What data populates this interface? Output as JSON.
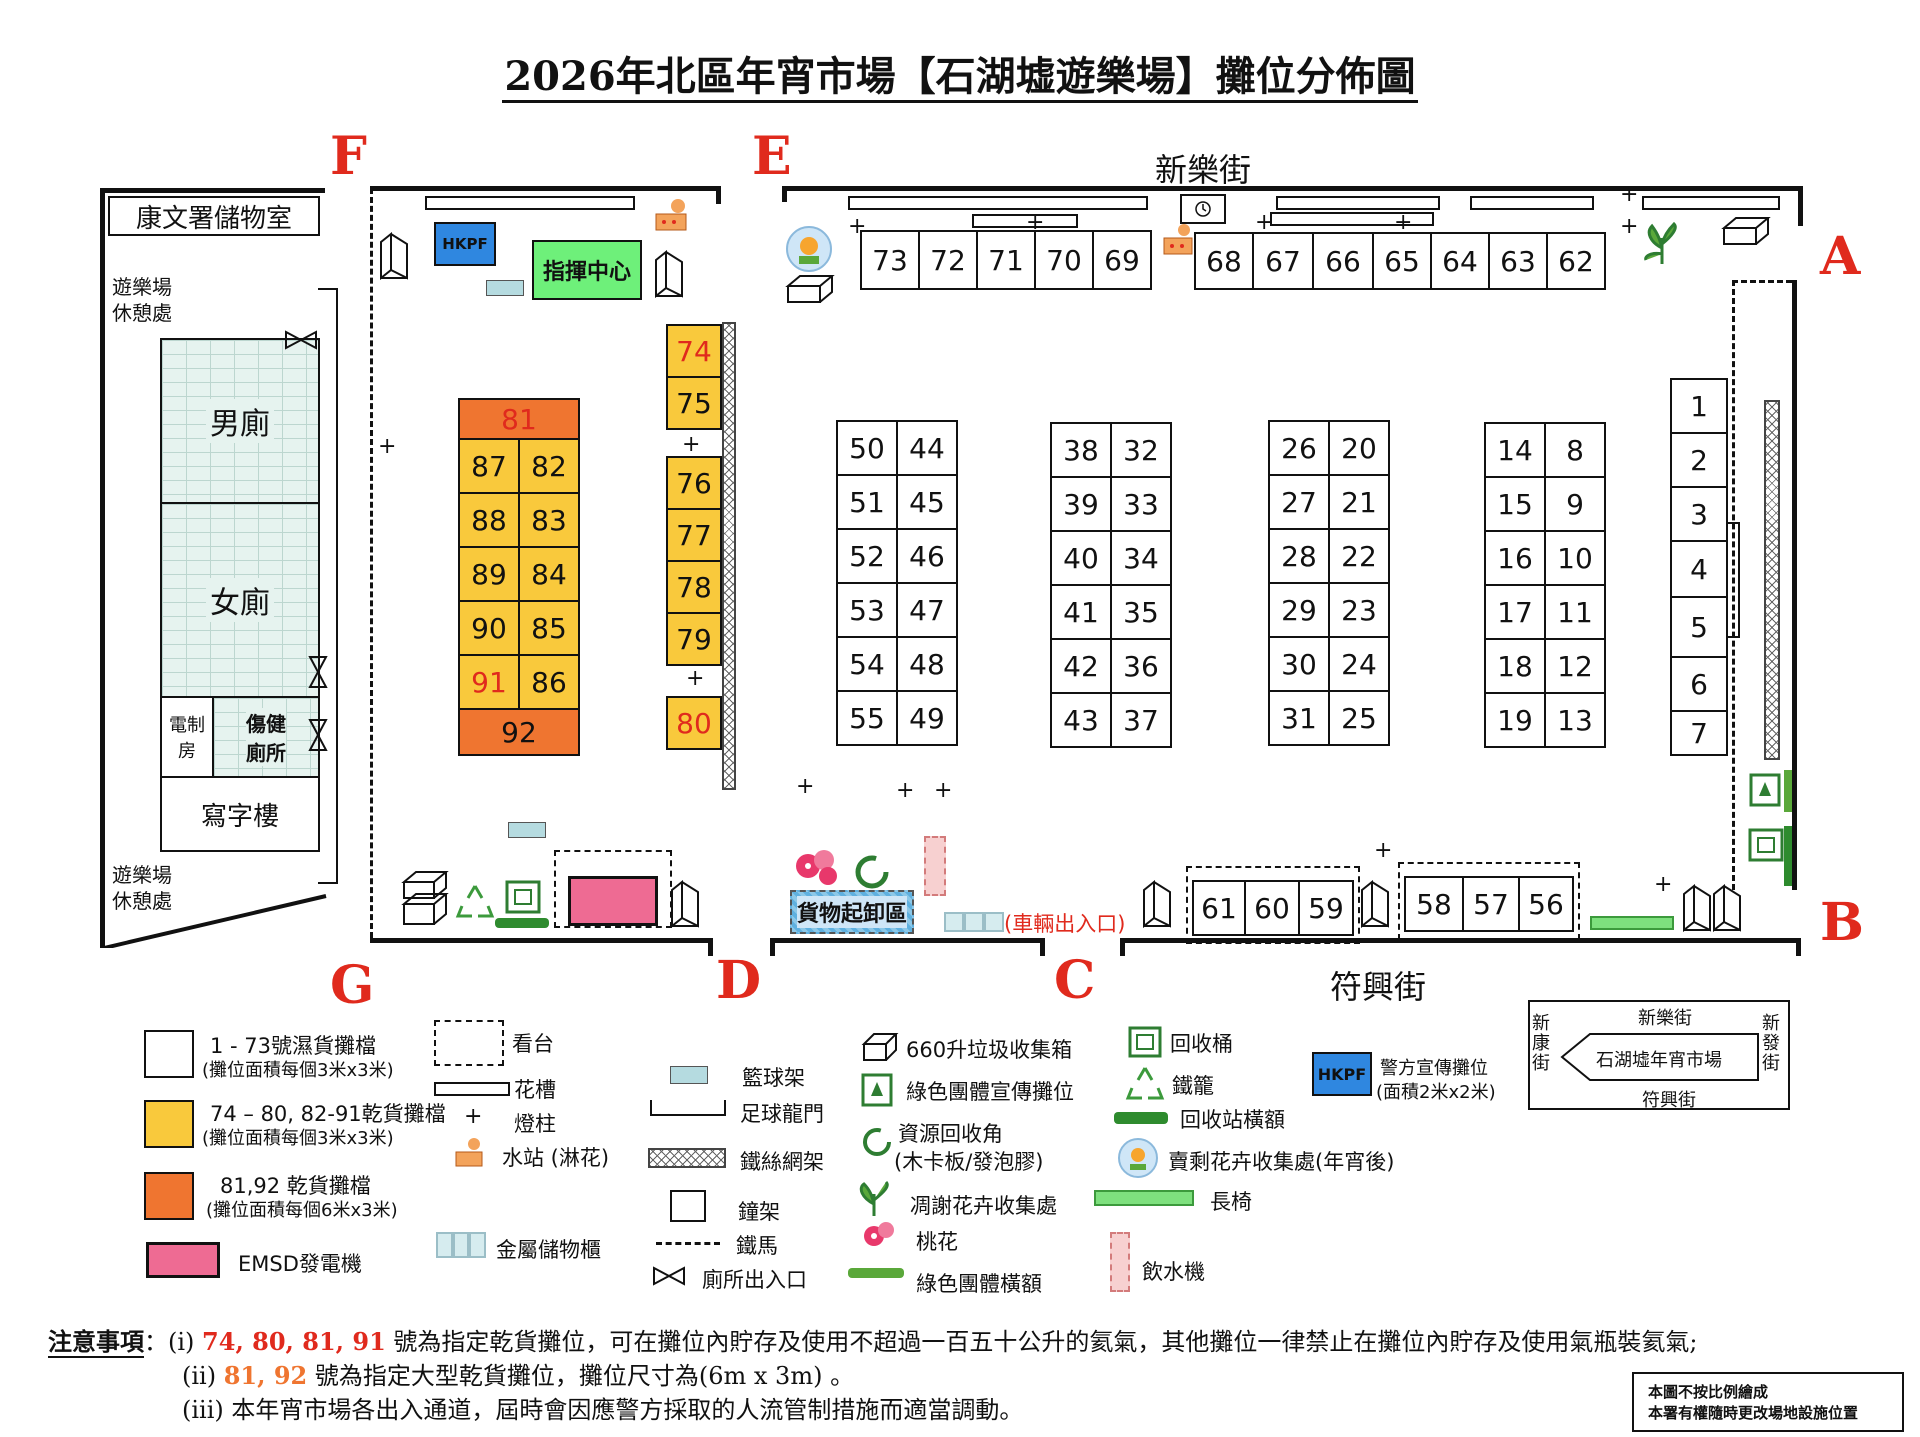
{
  "title": "2026年北區年宵市場【石湖墟遊樂場】攤位分佈圖",
  "gates": {
    "A": "A",
    "B": "B",
    "C": "C",
    "D": "D",
    "E": "E",
    "F": "F",
    "G": "G"
  },
  "streets": {
    "top": "新樂街",
    "bottom": "符興街"
  },
  "left_area": {
    "storage": "康文署儲物室",
    "rest_top": "遊樂場\n休憩處",
    "rest_bottom": "遊樂場\n休憩處",
    "male_toilet": "男廁",
    "female_toilet": "女廁",
    "elec_room": "電制\n房",
    "accessible_toilet": "傷健\n廁所",
    "office": "寫字樓"
  },
  "facilities": {
    "hkpf": "HKPF",
    "command": "指揮中心",
    "loading": "貨物起卸區",
    "vehicle_entrance": "(車輛出入口)"
  },
  "stalls": {
    "row73_69": [
      "73",
      "72",
      "71",
      "70",
      "69"
    ],
    "row68_62": [
      "68",
      "67",
      "66",
      "65",
      "64",
      "63",
      "62"
    ],
    "col_74_80": [
      "74",
      "75",
      "76",
      "77",
      "78",
      "79",
      "80"
    ],
    "block81": {
      "top": "81",
      "left": [
        "87",
        "88",
        "89",
        "90",
        "91"
      ],
      "right": [
        "82",
        "83",
        "84",
        "85",
        "86"
      ],
      "bottom": "92"
    },
    "pair50_44": {
      "left": [
        "50",
        "51",
        "52",
        "53",
        "54",
        "55"
      ],
      "right": [
        "44",
        "45",
        "46",
        "47",
        "48",
        "49"
      ]
    },
    "pair38_32": {
      "left": [
        "38",
        "39",
        "40",
        "41",
        "42",
        "43"
      ],
      "right": [
        "32",
        "33",
        "34",
        "35",
        "36",
        "37"
      ]
    },
    "pair26_20": {
      "left": [
        "26",
        "27",
        "28",
        "29",
        "30",
        "31"
      ],
      "right": [
        "20",
        "21",
        "22",
        "23",
        "24",
        "25"
      ]
    },
    "pair14_8": {
      "left": [
        "14",
        "15",
        "16",
        "17",
        "18",
        "19"
      ],
      "right": [
        "8",
        "9",
        "10",
        "11",
        "12",
        "13"
      ]
    },
    "col1_7": [
      "1",
      "2",
      "3",
      "4",
      "5",
      "6",
      "7"
    ],
    "row61_59": [
      "61",
      "60",
      "59"
    ],
    "row58_56": [
      "58",
      "57",
      "56"
    ]
  },
  "legend": {
    "wet": "1 - 73號濕貨攤檔",
    "wet_area": "(攤位面積每個3米x3米)",
    "dry": "74 – 80, 82-91乾貨攤檔",
    "dry_area": "(攤位面積每個3米x3米)",
    "large": "81,92 乾貨攤檔",
    "large_area": "(攤位面積每個6米x3米)",
    "emsd": "EMSD發電機",
    "stand": "看台",
    "flowerbed": "花槽",
    "lamp": "燈柱",
    "water": "水站 (淋花)",
    "metal_cabinet": "金屬儲物櫃",
    "basketball": "籃球架",
    "football": "足球龍門",
    "wire_fence": "鐵絲網架",
    "bell_frame": "鐘架",
    "barrier": "鐵馬",
    "toilet_entry": "廁所出入口",
    "bin660": "660升垃圾收集箱",
    "green_booth": "綠色團體宣傳攤位",
    "recycle_corner": "資源回收角",
    "recycle_corner_sub": "(木卡板/發泡膠)",
    "withered": "凋謝花卉收集處",
    "peach": "桃花",
    "green_banner": "綠色團體橫額",
    "recycle_bin": "回收桶",
    "cage": "鐵籠",
    "recycle_banner": "回收站橫額",
    "leftover": "賣剩花卉收集處(年宵後)",
    "bench": "長椅",
    "fountain": "飲水機",
    "police": "警方宣傳攤位",
    "police_area": "(面積2米x2米)",
    "hkpf": "HKPF"
  },
  "minimap": {
    "top": "新樂街",
    "bottom": "符興街",
    "left": "新\n康\n街",
    "right": "新\n發\n街",
    "center": "石湖墟年宵市場"
  },
  "notes": {
    "heading": "注意事項",
    "i_prefix": "(i)",
    "i_highlight": "74, 80, 81, 91",
    "i_text": "號為指定乾貨攤位，可在攤位內貯存及使用不超過一百五十公升的氦氣，其他攤位一律禁止在攤位內貯存及使用氣瓶裝氦氣;",
    "ii_prefix": "(ii)",
    "ii_highlight": "81, 92",
    "ii_text": "號為指定大型乾貨攤位，攤位尺寸為(6m x 3m) 。",
    "iii": "(iii) 本年宵市場各出入通道，屆時會因應警方採取的人流管制措施而適當調動。"
  },
  "disclaimer": {
    "line1": "本圖不按比例繪成",
    "line2": "本署有權隨時更改場地設施位置"
  },
  "colors": {
    "gate": "#e02a1d",
    "dry": "#f9c93c",
    "large": "#ef7530",
    "emsd": "#ee6b93",
    "hkpf": "#2f87e0",
    "command": "#6ef07a",
    "bench": "#7ee07e",
    "green_banner": "#5aa83a"
  }
}
